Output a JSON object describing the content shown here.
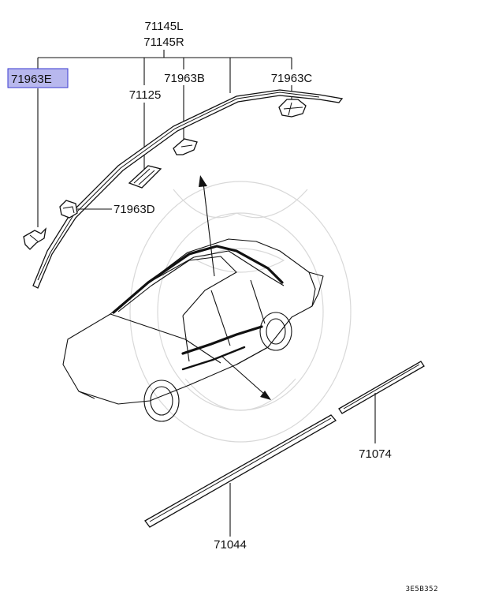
{
  "labels": {
    "main_l": "71145L",
    "main_r": "71145R",
    "clip_e": "71963E",
    "clip_b": "71963B",
    "clip_c": "71963C",
    "pad": "71125",
    "clip_d": "71963D",
    "sill_rear": "71074",
    "sill_front": "71044"
  },
  "diagram_code": "3E5B352",
  "colors": {
    "highlight_fill": "#b8b8ee",
    "highlight_border": "#3a3ad0"
  }
}
